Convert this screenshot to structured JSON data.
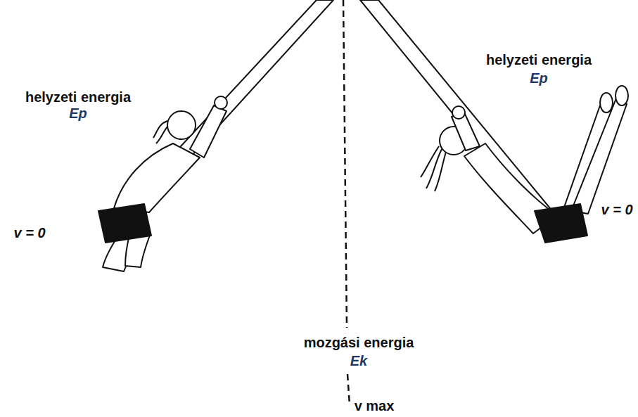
{
  "diagram": {
    "labels": [
      "helyzeti energia",
      "Ep",
      "v = 0",
      "mozgási energia",
      "Ek",
      "v max",
      "helyzeti energia",
      "Ep",
      "v = 0"
    ]
  }
}
